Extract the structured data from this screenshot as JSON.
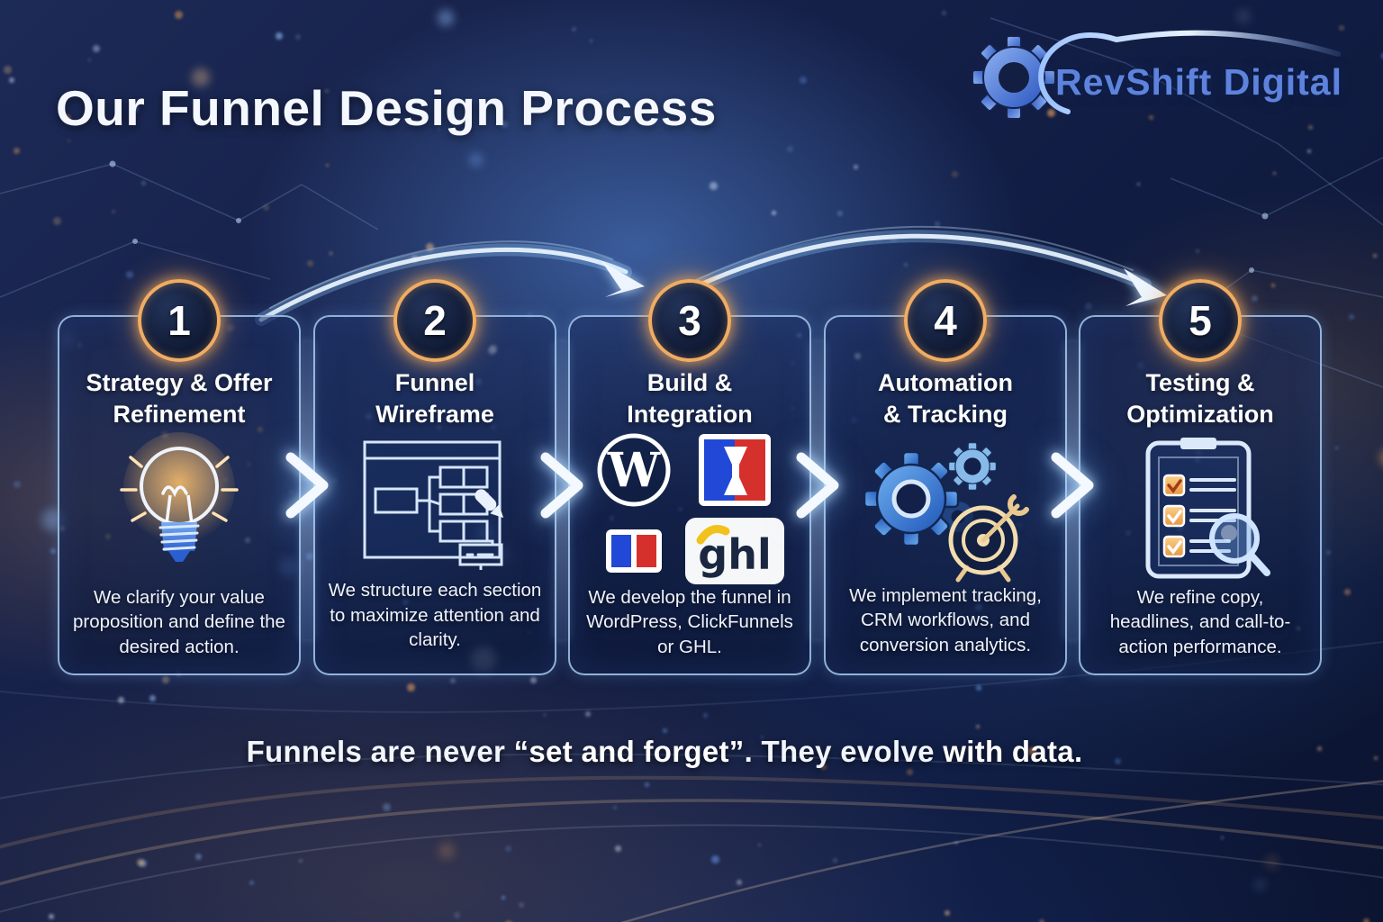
{
  "page": {
    "title": "Our Funnel Design Process"
  },
  "brand": {
    "name": "RevShift Digital"
  },
  "steps": [
    {
      "number": "1",
      "title_line1": "Strategy & Offer",
      "title_line2": "Refinement",
      "description": "We clarify your value proposition and define the desired action.",
      "icon": "lightbulb-icon"
    },
    {
      "number": "2",
      "title_line1": "Funnel",
      "title_line2": "Wireframe",
      "description": "We structure each section to maximize attention and clarity.",
      "icon": "wireframe-flowchart-icon"
    },
    {
      "number": "3",
      "title_line1": "Build &",
      "title_line2": "Integration",
      "description": "We develop the funnel in WordPress, ClickFunnels or GHL.",
      "icon": "platform-logos",
      "logos": {
        "wordpress": "W",
        "ghl": "ghl"
      }
    },
    {
      "number": "4",
      "title_line1": "Automation",
      "title_line2": "& Tracking",
      "description": "We implement tracking, CRM workflows, and conversion analytics.",
      "icon": "gears-target-icon"
    },
    {
      "number": "5",
      "title_line1": "Testing &",
      "title_line2": "Optimization",
      "description": "We refine copy, headlines, and call-to-action performance.",
      "icon": "checklist-magnifier-icon"
    }
  ],
  "footer": {
    "part1": "Funnels are never ",
    "part2": "“set and forget”",
    "part3": ". They evolve ",
    "part4": "with data."
  },
  "colors": {
    "background_navy": "#101c42",
    "accent_orange": "#f0ac62",
    "accent_blue": "#7fb3ff",
    "card_border": "#a8ccf0",
    "logo_blue": "#5d83de",
    "clickfunnels_blue": "#2148d6",
    "clickfunnels_red": "#d6302c",
    "ghl_yellow": "#f2c21c",
    "ghl_navy": "#1b2740"
  }
}
